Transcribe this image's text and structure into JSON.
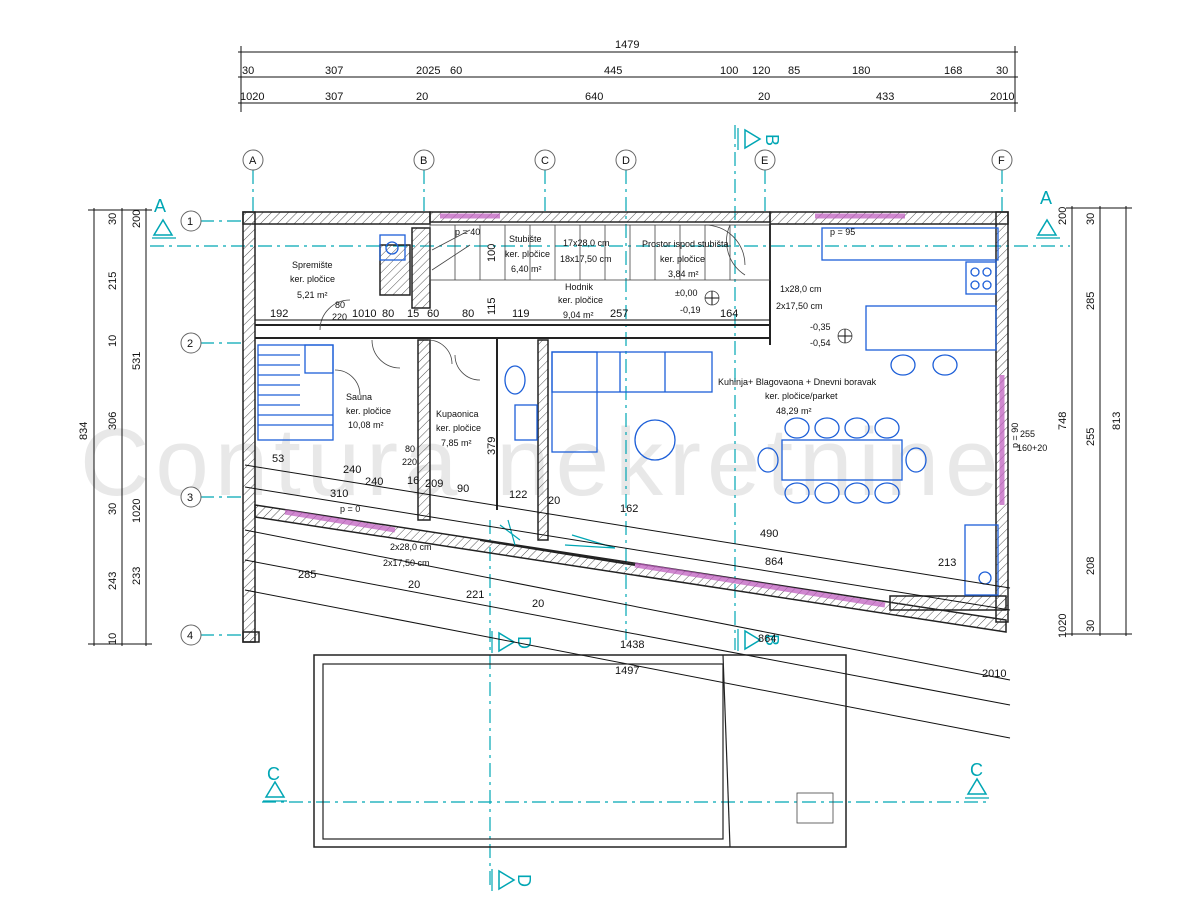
{
  "watermark": "Contura nekretnine",
  "grid": {
    "columns": [
      "A",
      "B",
      "C",
      "D",
      "E",
      "F"
    ],
    "rows": [
      "1",
      "2",
      "3",
      "4"
    ]
  },
  "sections": {
    "a": "A",
    "b": "B",
    "c": "C",
    "d": "D"
  },
  "top_dims": {
    "total": "1479",
    "row1": [
      "30",
      "307",
      "2025",
      "60",
      "445",
      "100",
      "120",
      "85",
      "180",
      "168",
      "30"
    ],
    "row2": [
      "1020",
      "307",
      "20",
      "640",
      "20",
      "433",
      "2010"
    ]
  },
  "left_dims": {
    "total": "834",
    "outer": [
      "30",
      "215",
      "10",
      "306",
      "30",
      "243",
      "10"
    ],
    "inner": [
      "200",
      "531",
      "1020",
      "233"
    ]
  },
  "right_dims": {
    "total": "813",
    "outer": [
      "200",
      "748",
      "1020"
    ],
    "inner": [
      "30",
      "285",
      "255",
      "208",
      "30"
    ]
  },
  "rooms": [
    {
      "name": "Spremište",
      "floor": "ker. pločice",
      "area": "5,21 m²"
    },
    {
      "name": "Stubište",
      "floor": "ker. pločice",
      "area": "6,40 m²"
    },
    {
      "name": "Prostor ispod stubišta",
      "floor": "ker. pločice",
      "area": "3,84 m²"
    },
    {
      "name": "Hodnik",
      "floor": "ker. pločice",
      "area": "9,04 m²"
    },
    {
      "name": "Sauna",
      "floor": "ker. pločice",
      "area": "10,08 m²"
    },
    {
      "name": "Kupaonica",
      "floor": "ker. pločice",
      "area": "7,85 m²"
    },
    {
      "name": "Kuhinja+ Blagovaona + Dnevni boravak",
      "floor": "ker. pločice/parket",
      "area": "48,29 m²"
    }
  ],
  "notes": {
    "stair_top": "17x28,0 cm",
    "stair_top2": "18x17,50 cm",
    "stair_right": "1x28,0 cm",
    "stair_right2": "2x17,50 cm",
    "stair_low": "2x28,0 cm",
    "stair_low2": "2x17,50 cm",
    "level_0": "±0,00",
    "level_1": "-0,19",
    "level_2": "-0,35",
    "level_3": "-0,54",
    "p40": "p = 40",
    "p95": "p = 95",
    "p90": "p = 90",
    "p0": "p = 0",
    "win_right": "255",
    "win_right2": "160+20",
    "door_80": "80",
    "door_220": "220"
  },
  "inner_dims": {
    "row_a": [
      "192",
      "1010",
      "80",
      "15",
      "60",
      "80",
      "115",
      "119",
      "257",
      "164"
    ],
    "misc": [
      "100",
      "379",
      "53",
      "240",
      "16",
      "209",
      "90",
      "310",
      "122",
      "20",
      "162",
      "490",
      "864",
      "213",
      "285",
      "221",
      "20",
      "1438",
      "1497",
      "2010",
      "20",
      "864",
      "240"
    ]
  }
}
